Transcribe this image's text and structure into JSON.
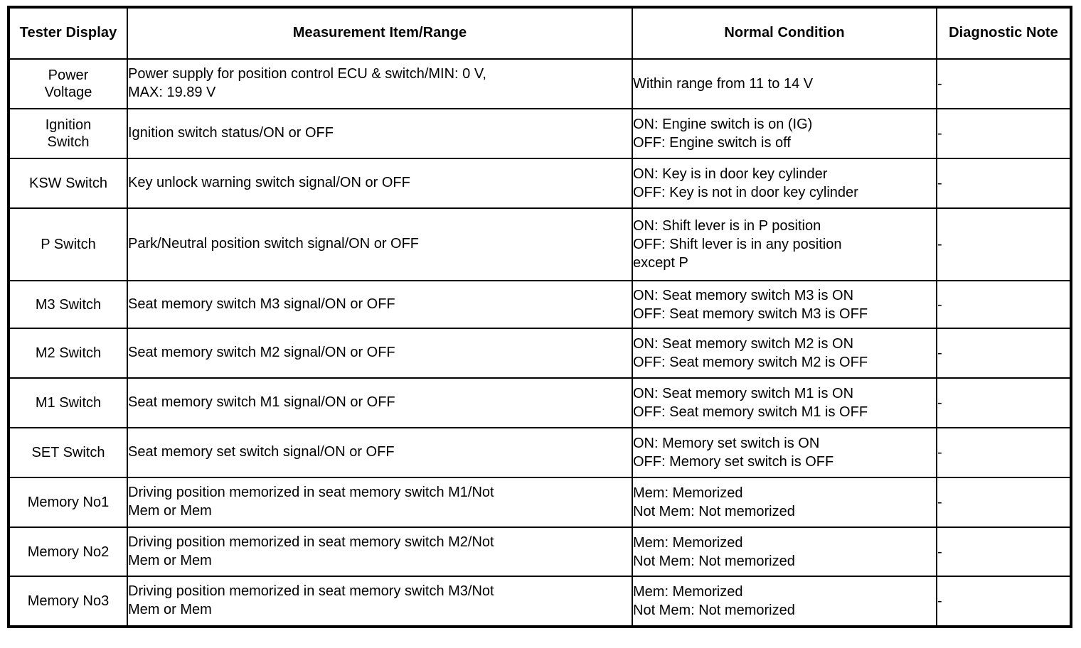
{
  "table": {
    "headers": [
      {
        "id": "tester-display",
        "line1": "Tester",
        "line2": "Display"
      },
      {
        "id": "measurement-item-range",
        "line1": "Measurement Item/Range",
        "line2": ""
      },
      {
        "id": "normal-condition",
        "line1": "Normal Condition",
        "line2": ""
      },
      {
        "id": "diagnostic-note",
        "line1": "Diagnostic",
        "line2": "Note"
      }
    ],
    "rows": [
      {
        "key": "power-voltage",
        "display_line1": "Power",
        "display_line2": "Voltage",
        "item_line1": "Power supply for position control ECU & switch/MIN: 0 V,",
        "item_line2": "MAX: 19.89 V",
        "normal_line1": "Within range from 11 to 14 V",
        "normal_line2": "",
        "normal_line3": "",
        "note": "-"
      },
      {
        "key": "ignition-switch",
        "display_line1": "Ignition",
        "display_line2": "Switch",
        "item_line1": "Ignition switch status/ON or OFF",
        "item_line2": "",
        "normal_line1": "ON: Engine switch is on (IG)",
        "normal_line2": "OFF: Engine switch is off",
        "normal_line3": "",
        "note": "-"
      },
      {
        "key": "ksw-switch",
        "display_line1": "KSW Switch",
        "display_line2": "",
        "item_line1": "Key unlock warning switch signal/ON or OFF",
        "item_line2": "",
        "normal_line1": "ON: Key is in door key cylinder",
        "normal_line2": "OFF: Key is not in door key cylinder",
        "normal_line3": "",
        "note": "-"
      },
      {
        "key": "p-switch",
        "display_line1": "P Switch",
        "display_line2": "",
        "item_line1": "Park/Neutral position switch signal/ON or OFF",
        "item_line2": "",
        "normal_line1": "ON: Shift lever is in P position",
        "normal_line2": "OFF: Shift lever is in any position",
        "normal_line3": "except P",
        "note": "-"
      },
      {
        "key": "m3-switch",
        "display_line1": "M3 Switch",
        "display_line2": "",
        "item_line1": "Seat memory switch M3 signal/ON or OFF",
        "item_line2": "",
        "normal_line1": "ON: Seat memory switch M3 is ON",
        "normal_line2": "OFF: Seat memory switch M3 is OFF",
        "normal_line3": "",
        "note": "-"
      },
      {
        "key": "m2-switch",
        "display_line1": "M2 Switch",
        "display_line2": "",
        "item_line1": "Seat memory switch M2 signal/ON or OFF",
        "item_line2": "",
        "normal_line1": "ON: Seat memory switch M2 is ON",
        "normal_line2": "OFF: Seat memory switch M2 is OFF",
        "normal_line3": "",
        "note": "-"
      },
      {
        "key": "m1-switch",
        "display_line1": "M1 Switch",
        "display_line2": "",
        "item_line1": "Seat memory switch M1 signal/ON or OFF",
        "item_line2": "",
        "normal_line1": "ON: Seat memory switch M1 is ON",
        "normal_line2": "OFF: Seat memory switch M1 is OFF",
        "normal_line3": "",
        "note": "-"
      },
      {
        "key": "set-switch",
        "display_line1": "SET Switch",
        "display_line2": "",
        "item_line1": "Seat memory set switch signal/ON or OFF",
        "item_line2": "",
        "normal_line1": "ON: Memory set switch is ON",
        "normal_line2": "OFF: Memory set switch is OFF",
        "normal_line3": "",
        "note": "-"
      },
      {
        "key": "memory-no1",
        "display_line1": "Memory No1",
        "display_line2": "",
        "item_line1": "Driving position memorized in seat memory switch M1/Not",
        "item_line2": "Mem or Mem",
        "normal_line1": "Mem: Memorized",
        "normal_line2": "Not Mem: Not memorized",
        "normal_line3": "",
        "note": "-"
      },
      {
        "key": "memory-no2",
        "display_line1": "Memory No2",
        "display_line2": "",
        "item_line1": "Driving position memorized in seat memory switch M2/Not",
        "item_line2": "Mem or Mem",
        "normal_line1": "Mem: Memorized",
        "normal_line2": "Not Mem: Not memorized",
        "normal_line3": "",
        "note": "-"
      },
      {
        "key": "memory-no3",
        "display_line1": "Memory No3",
        "display_line2": "",
        "item_line1": "Driving position memorized in seat memory switch M3/Not",
        "item_line2": "Mem or Mem",
        "normal_line1": "Mem: Memorized",
        "normal_line2": "Not Mem: Not memorized",
        "normal_line3": "",
        "note": "-"
      }
    ]
  }
}
